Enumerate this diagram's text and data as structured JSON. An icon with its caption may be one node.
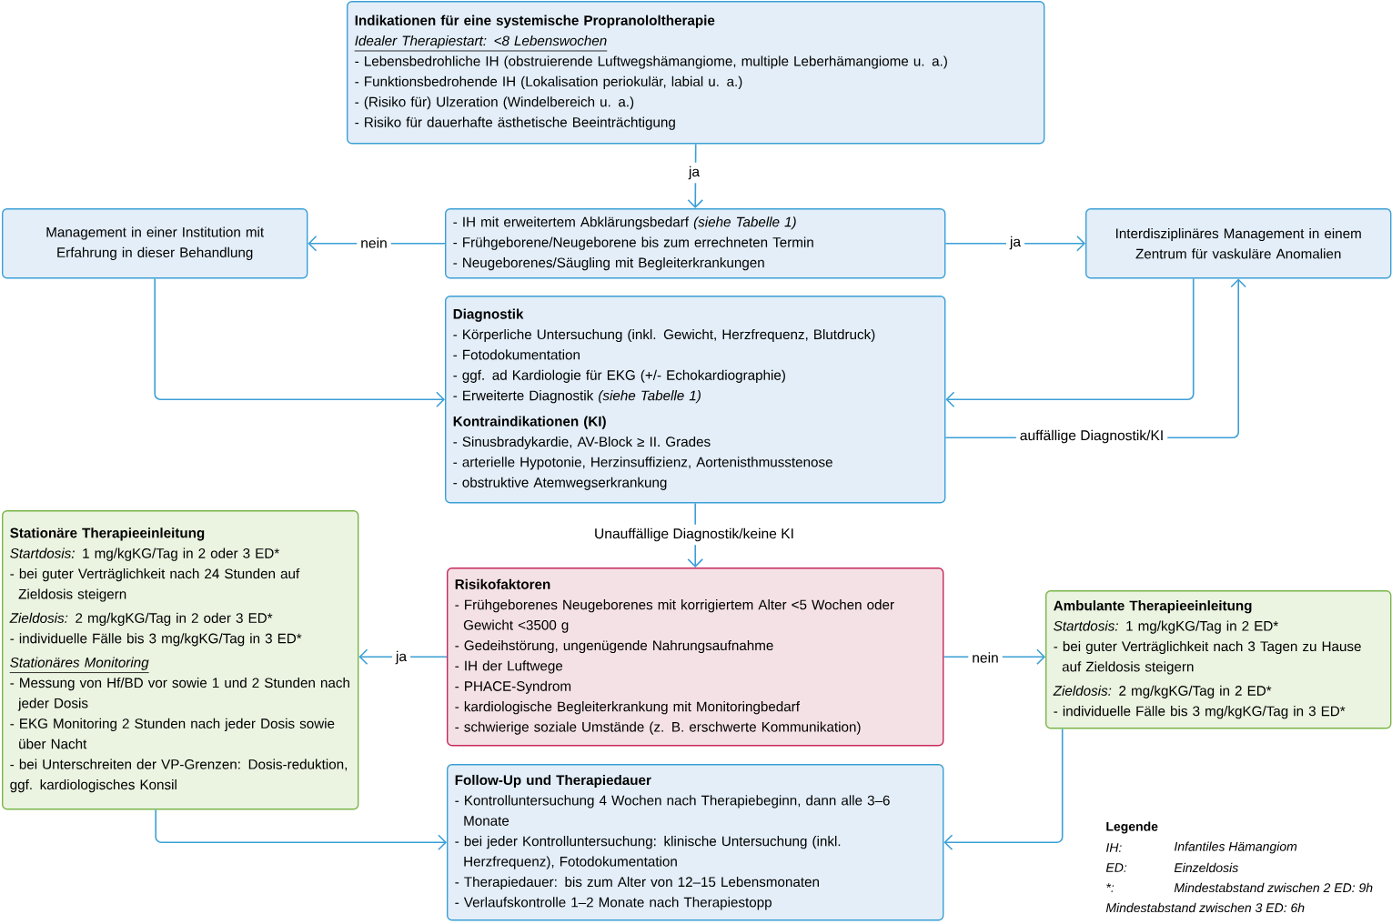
{
  "diagram": {
    "nodes": [
      {
        "text": [
          "Indikationen für eine systemische Propranololtherapie",
          "Idealer Therapiestart: <8 Lebenswochen",
          "- Lebensbedrohliche IH (obstruierende Luftwegshämangiome, multiple Leberhämangiome u. a.)",
          "- Funktionsbedrohende IH (Lokalisation periokulär, labial u. a.)",
          "- (Risiko für) Ulzeration (Windelbereich u. a.)",
          "- Risiko für dauerhafte ästhetische Beeinträchtigung"
        ]
      },
      {
        "text": [
          "- IH mit erweitertem Abklärungsbedarf *(siehe Tabelle 1)*",
          "- Frühgeborene/Neugeborene bis zum errechneten Termin",
          "- Neugeborenes/Säugling mit Begleiterkrankungen"
        ]
      },
      {
        "text": [
          "Management in einer Institution mit Erfahrung in dieser Behandlung"
        ]
      },
      {
        "text": [
          "Interdisziplinäres Management in einem Zentrum für vaskuläre Anomalien"
        ]
      },
      {
        "text": [
          "Diagnostik",
          "- Körperliche Untersuchung (inkl. Gewicht, Herzfrequenz, Blutdruck)",
          "- Fotodokumentation",
          "- ggf. ad Kardiologie für EKG (+/- Echokardiographie)",
          "- Erweiterte Diagnostik *(siehe Tabelle 1)*",
          "Kontraindikationen (KI)",
          "- Sinusbradykardie, AV-Block ≥ II. Grades",
          "- arterielle Hypotonie, Herzinsuffizienz, Aortenisthmusstenose",
          "- obstruktive Atemwegserkrankung"
        ]
      },
      {
        "text": [
          "Stationäre Therapieeinleitung",
          "*Startdosis:* 1 mg/kgKG/Tag in 2 oder 3 ED*",
          "- bei guter Verträglichkeit nach 24 Stunden auf Zieldosis steigern",
          "*Zieldosis:* 2 mg/kgKG/Tag in 2 oder 3 ED*",
          "- individuelle Fälle bis 3 mg/kgKG/Tag in 3 ED*",
          "Stationäres Monitoring",
          "- Messung von Hf/BD vor sowie 1 und 2 Stunden nach jeder Dosis",
          "- EKG Monitoring 2 Stunden nach jeder Dosis sowie über Nacht",
          "- bei Unterschreiten der VP-Grenzen: Dosis-reduktion, ggf. kardiologisches Konsil"
        ]
      },
      {
        "text": [
          "Risikofaktoren",
          "- Frühgeborenes Neugeborenes mit korrigiertem Alter <5 Wochen oder Gewicht <3500 g",
          "- Gedeihstörung, ungenügende Nahrungsaufnahme",
          "- IH der Luftwege",
          "- PHACE-Syndrom",
          "- kardiologische Begleiterkrankung mit Monitoringbedarf",
          "- schwierige soziale Umstände (z. B. erschwerte Kommunikation)"
        ]
      },
      {
        "text": [
          "Ambulante Therapieeinleitung",
          "*Startdosis:* 1 mg/kgKG/Tag in 2 ED*",
          "- bei guter Verträglichkeit nach 3 Tagen zu Hause auf Zieldosis steigern",
          "*Zieldosis:* 2 mg/kgKG/Tag in 2 ED*",
          "- individuelle Fälle bis 3 mg/kgKG/Tag in 3 ED*"
        ]
      },
      {
        "text": [
          "Follow-Up und Therapiedauer",
          "- Kontrolluntersuchung 4 Wochen nach Therapiebeginn, dann alle 3–6 Monate",
          "- bei jeder Kontrolluntersuchung: klinische Untersuchung (inkl. Herzfrequenz), Fotodokumentation",
          "- Therapiedauer: bis zum Alter von 12–15 Lebensmonaten",
          "- Verlaufskontrolle 1–2 Monate nach Therapiestopp"
        ]
      }
    ],
    "edges": [
      {
        "from": 0,
        "to": 1,
        "arrow": "to",
        "label": "ja"
      },
      {
        "from": 1,
        "to": 2,
        "arrow": "to",
        "label": "nein"
      },
      {
        "from": 1,
        "to": 3,
        "arrow": "to",
        "label": "ja"
      },
      {
        "from": 2,
        "to": 4,
        "arrow": "to"
      },
      {
        "from": 3,
        "to": 4,
        "arrow": "to"
      },
      {
        "from": 4,
        "to": 3,
        "arrow": "to",
        "label": "auffällige Diagnostik/KI"
      },
      {
        "from": 4,
        "to": 6,
        "arrow": "to",
        "label": "Unauffällige Diagnostik/keine KI"
      },
      {
        "from": 6,
        "to": 5,
        "arrow": "to",
        "label": "ja"
      },
      {
        "from": 6,
        "to": 7,
        "arrow": "to",
        "label": "nein"
      },
      {
        "from": 5,
        "to": 8,
        "arrow": "to"
      },
      {
        "from": 7,
        "to": 8,
        "arrow": "to"
      }
    ],
    "labels": [
      "Legende",
      "IH:",
      "Infantiles Hämangiom",
      "ED:",
      "Einzeldosis",
      "*:",
      "Mindestabstand zwischen 2 ED: 9h",
      "Mindestabstand zwischen 3 ED: 6h"
    ]
  }
}
